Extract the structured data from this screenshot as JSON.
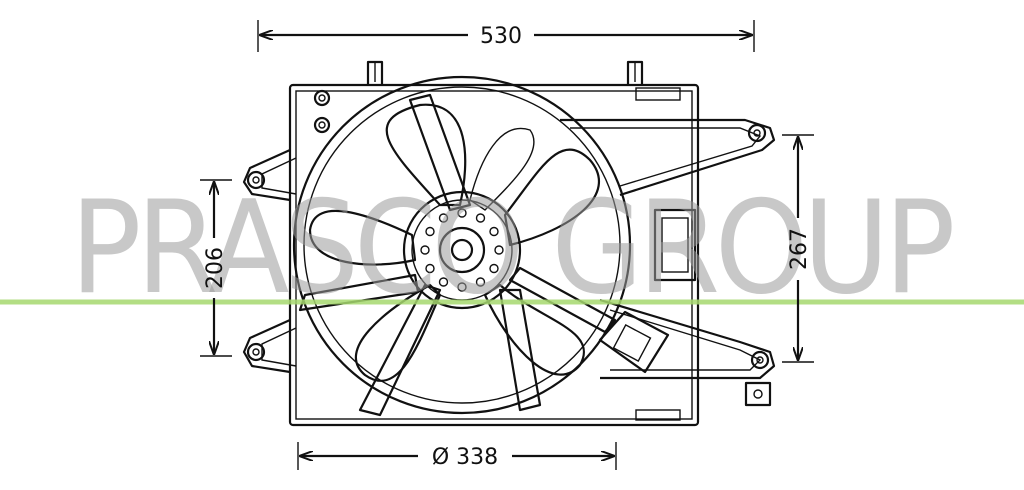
{
  "drawing": {
    "dimensions": {
      "overall_width": "530",
      "height_left": "206",
      "height_right": "267",
      "fan_diameter": "Ø 338"
    }
  },
  "watermark": {
    "text": "PRASCO GROUP",
    "line_color": "#a6d86e",
    "text_color": "#9a9a9a"
  }
}
